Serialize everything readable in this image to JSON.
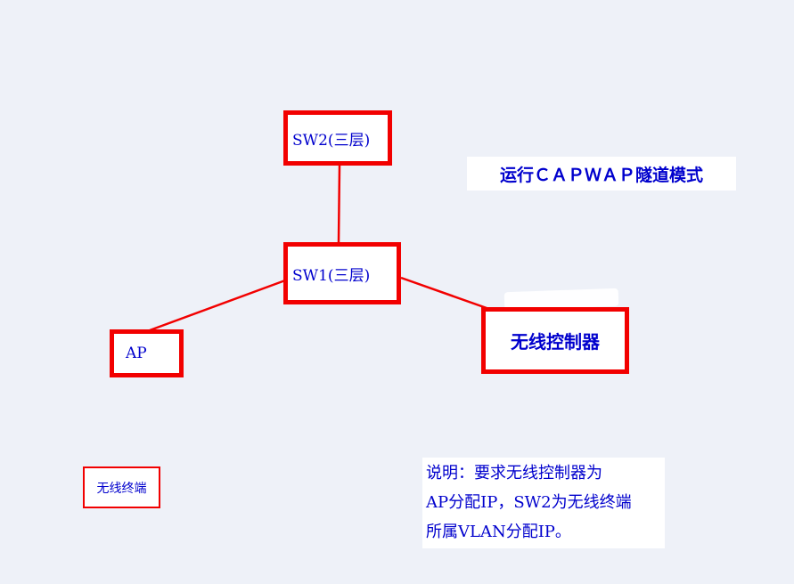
{
  "colors": {
    "canvas_bg": "#eef1f8",
    "accent_red": "#f20000",
    "text_blue": "#0000cd",
    "panel_white": "#ffffff"
  },
  "nodes": {
    "sw2": {
      "label": "SW2(三层)"
    },
    "sw1": {
      "label": "SW1(三层)"
    },
    "ap": {
      "label": "AP"
    },
    "controller": {
      "label": "无线控制器"
    },
    "terminal": {
      "label": "无线终端"
    }
  },
  "annotations": {
    "tunnel_mode": "运行ＣＡＰＷＡＰ隧道模式",
    "note_lines": [
      "说明：要求无线控制器为",
      "AP分配IP，SW2为无线终端",
      "所属VLAN分配IP。"
    ]
  }
}
